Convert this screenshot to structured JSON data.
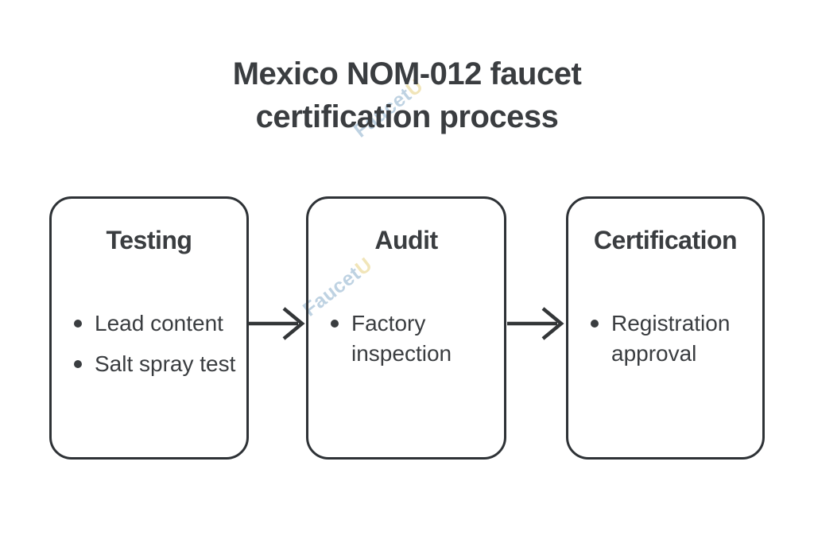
{
  "title": {
    "full": "Mexico NOM-012 faucet certification process",
    "lines": [
      "Mexico NOM-012 faucet",
      "certification process"
    ]
  },
  "watermark": {
    "text": "Faucet",
    "suffix": "U"
  },
  "steps": [
    {
      "id": "testing",
      "title": "Testing",
      "bullets": [
        "Lead content",
        "Salt spray test"
      ]
    },
    {
      "id": "audit",
      "title": "Audit",
      "bullets": [
        "Factory inspection"
      ]
    },
    {
      "id": "certification",
      "title": "Certification",
      "bullets": [
        "Registration approval"
      ]
    }
  ],
  "colors": {
    "background": "#ffffff",
    "text": "#3a3d40",
    "border": "#2e3236",
    "arrow": "#333638",
    "watermark_primary": "#b3cbdd",
    "watermark_accent": "#f0e3b2"
  }
}
